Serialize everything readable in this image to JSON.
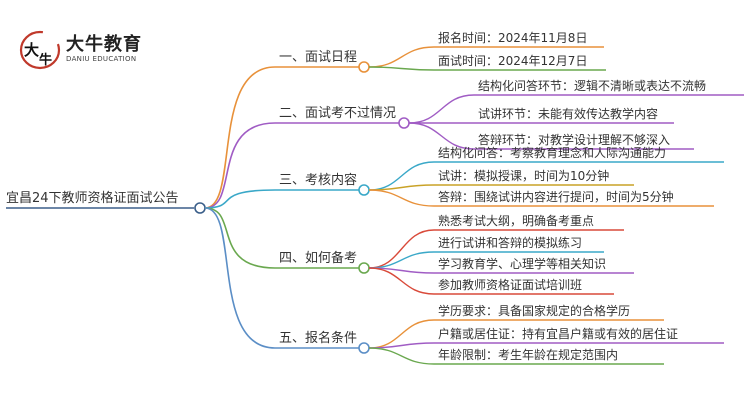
{
  "logo": {
    "name": "大牛教育",
    "subtitle": "DANIU EDUCATION",
    "mark_glyph": "大牛"
  },
  "colors": {
    "root_line": "#2f4f6f",
    "b1": "#e8913a",
    "b2": "#a05cc4",
    "b3": "#3aa8c8",
    "b4": "#6aa84f",
    "b5": "#5b8ec6",
    "r1": "#d94a3a",
    "r2": "#e8913a",
    "r3": "#a05cc4",
    "g1": "#c9a227",
    "g2": "#3aa8c8",
    "g3": "#6aa84f"
  },
  "root": {
    "label": "宜昌24下教师资格证面试公告"
  },
  "branches": [
    {
      "label": "一、面试日程",
      "leaves": [
        "报名时间：2024年11月8日",
        "面试时间：2024年12月7日"
      ]
    },
    {
      "label": "二、面试考不过情况",
      "leaves": [
        "结构化问答环节：逻辑不清晰或表达不流畅",
        "试讲环节：未能有效传达教学内容",
        "答辩环节：对教学设计理解不够深入"
      ]
    },
    {
      "label": "三、考核内容",
      "leaves": [
        "结构化问答：考察教育理念和人际沟通能力",
        "试讲：模拟授课，时间为10分钟",
        "答辩：围绕试讲内容进行提问，时间为5分钟"
      ]
    },
    {
      "label": "四、如何备考",
      "leaves": [
        "熟悉考试大纲，明确备考重点",
        "进行试讲和答辩的模拟练习",
        "学习教育学、心理学等相关知识",
        "参加教师资格证面试培训班"
      ]
    },
    {
      "label": "五、报名条件",
      "leaves": [
        "学历要求：具备国家规定的合格学历",
        "户籍或居住证：持有宜昌户籍或有效的居住证",
        "年龄限制：考生年龄在规定范围内"
      ]
    }
  ]
}
